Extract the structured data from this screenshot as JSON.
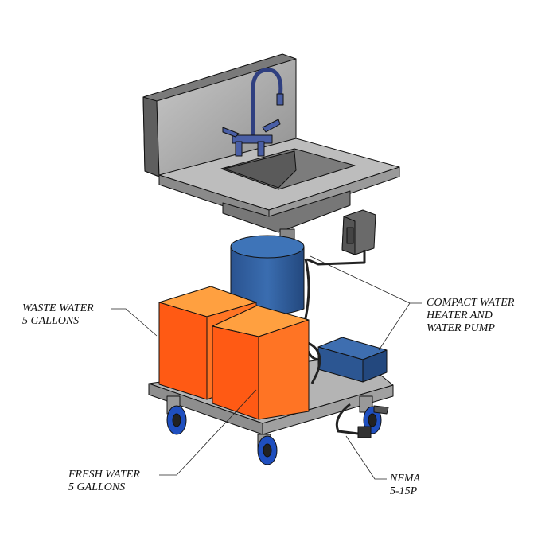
{
  "title": "Portable hand sink cart",
  "callouts": {
    "waste": {
      "line1": "WASTE WATER",
      "line2": "5 GALLONS"
    },
    "heater": {
      "line1": "COMPACT WATER",
      "line2": "HEATER AND",
      "line3": "WATER PUMP"
    },
    "fresh": {
      "line1": "FRESH WATER",
      "line2": "5 GALLONS"
    },
    "nema": {
      "line1": "NEMA",
      "line2": "5-15P"
    }
  },
  "colors": {
    "steel": "#a9a9a9",
    "steel_dark": "#6e6e6e",
    "tank_orange": "#ff6a1a",
    "tank_top": "#ffa040",
    "blue": "#2f5f9e",
    "wheel_blue": "#1f4fbf"
  }
}
